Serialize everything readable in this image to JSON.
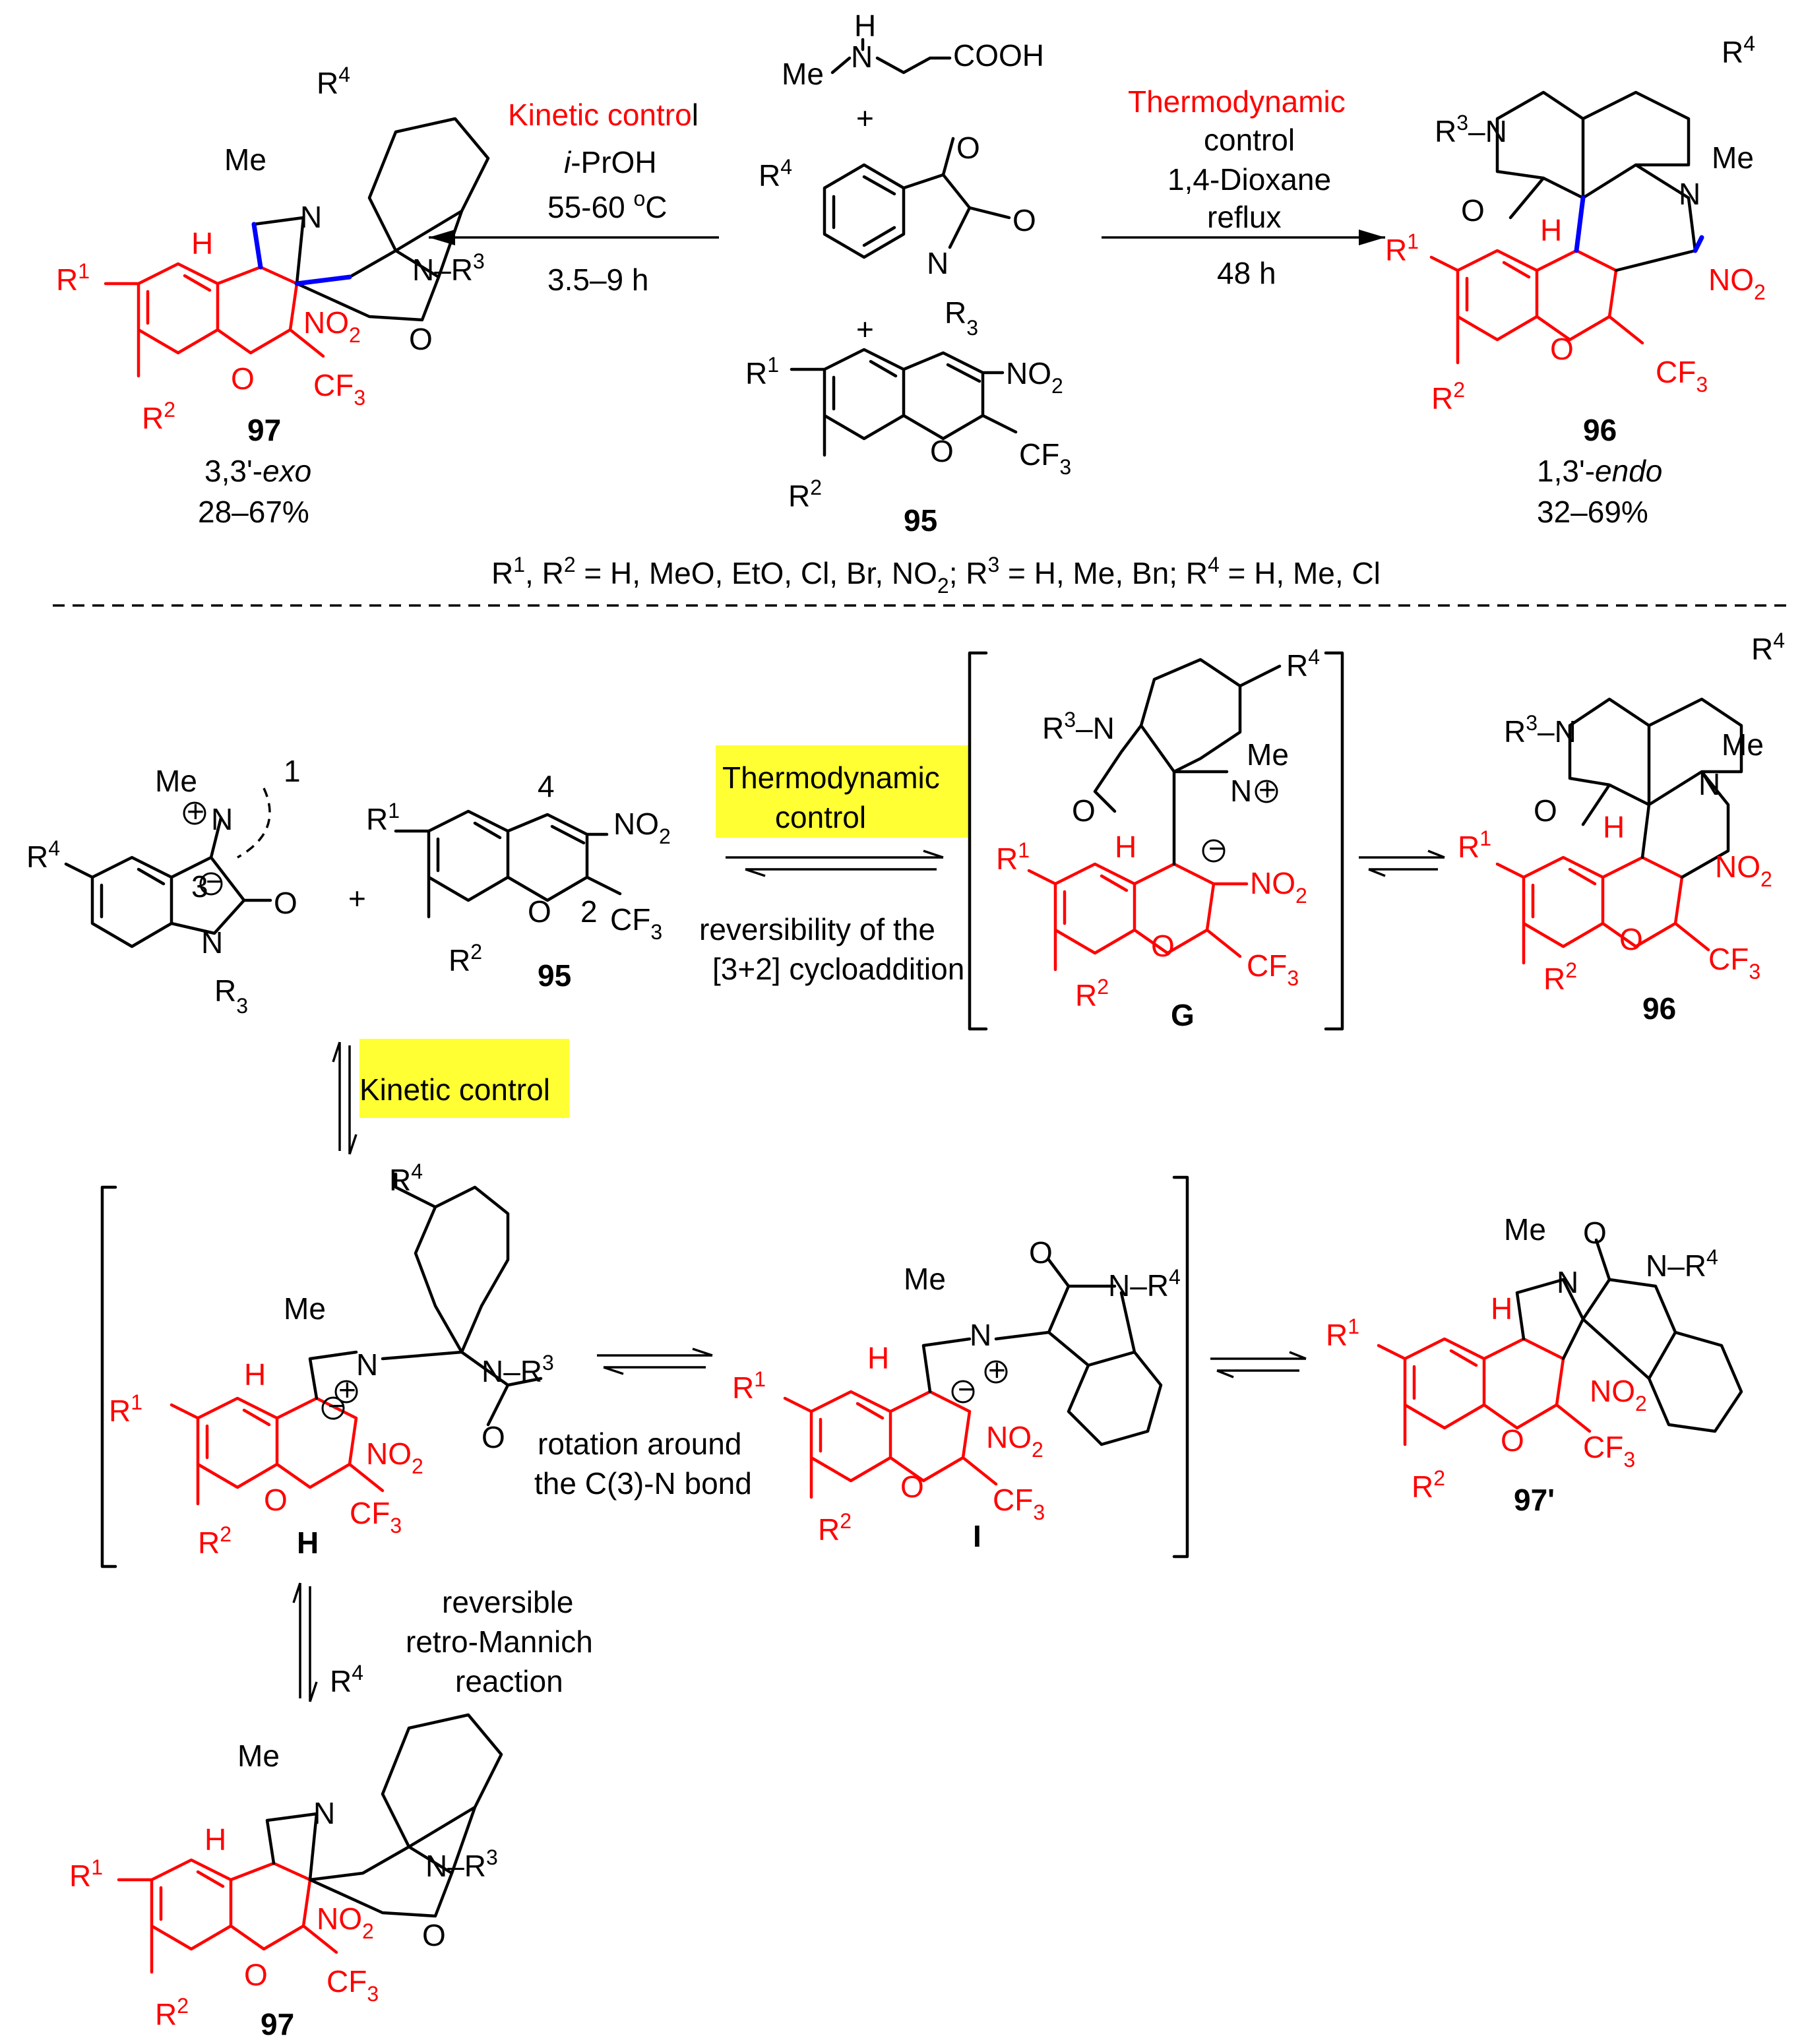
{
  "top": {
    "reagent_amine_me": "Me",
    "reagent_amine_h": "H",
    "reagent_amine_acid": "COOH",
    "plus": "+",
    "isatin": {
      "r4": "R4",
      "n": "N",
      "r3": "R3",
      "o": "O"
    },
    "chromene": {
      "r1": "R1",
      "r2": "R2",
      "no2": "NO2",
      "cf3": "CF3",
      "o": "O",
      "id": "95"
    },
    "left_arrow": {
      "line1_red": "Kinetic contro",
      "line1_black": "l",
      "line2": "i-PrOH",
      "line3": "55-60 oC",
      "line4": "3.5–9 h"
    },
    "right_arrow": {
      "line1_red": "Thermodynamic",
      "line2": "control",
      "line3": "1,4-Dioxane",
      "line4": "reflux",
      "line5": "48 h"
    },
    "product_left": {
      "id": "97",
      "desc": "3,3'-exo",
      "yield": "28–67%"
    },
    "product_right": {
      "id": "96",
      "desc": "1,3'-endo",
      "yield": "32–69%"
    },
    "substituents": "R1, R2 = H, MeO, EtO, Cl, Br, NO2; R3 = H, Me, Bn; R4 = H, Me, Cl"
  },
  "bottom": {
    "thermo_box": [
      "Thermodynamic",
      "control"
    ],
    "reversibility": [
      "reversibility of the",
      "[3+2] cycloaddition"
    ],
    "kinetic_box": "Kinetic control",
    "rotation": [
      "rotation around",
      "the C(3)-N bond"
    ],
    "retro": [
      "reversible",
      "retro-Mannich",
      "reaction"
    ],
    "ylide_labels": {
      "one": "1",
      "three": "3",
      "two": "2",
      "four": "4"
    },
    "intermediates": {
      "G": "G",
      "H": "H",
      "I": "I"
    },
    "products": {
      "p96": "96",
      "p97p": "97'",
      "p97": "97",
      "p95": "95"
    }
  },
  "colors": {
    "red": "#ff0000",
    "blue": "#0000ff",
    "highlight": "#ffff33",
    "black": "#000000"
  }
}
